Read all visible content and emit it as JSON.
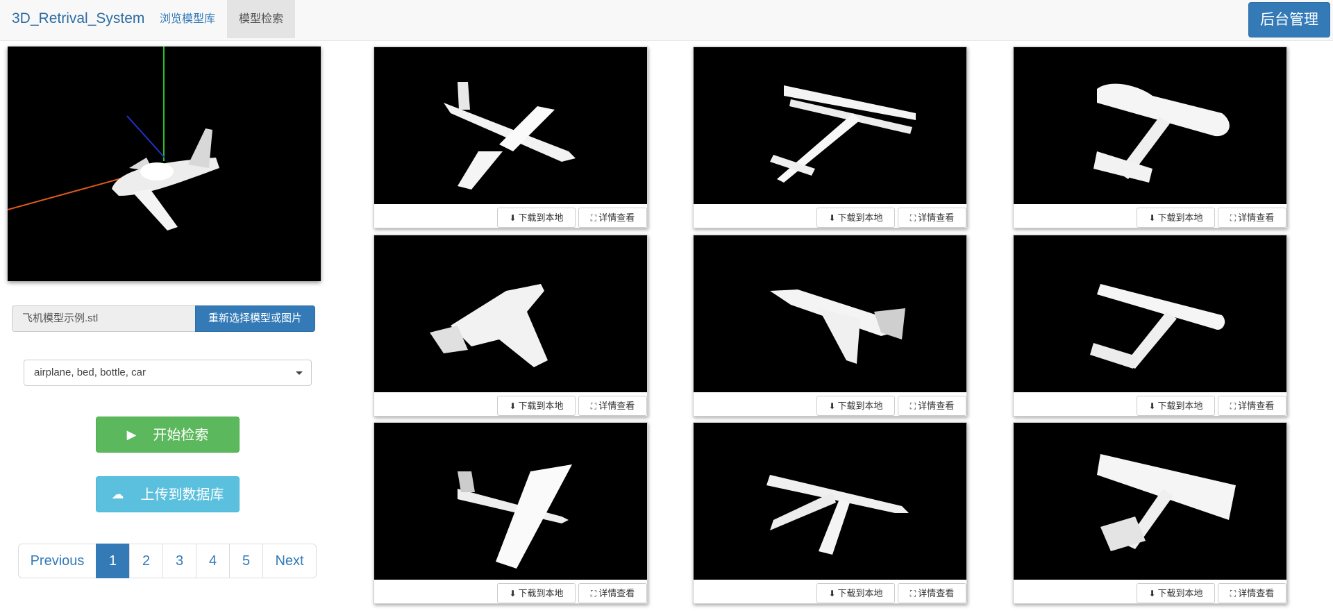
{
  "navbar": {
    "brand": "3D_Retrival_System",
    "links": [
      "浏览模型库",
      "模型检索"
    ],
    "admin_button": "后台管理"
  },
  "left_panel": {
    "file_input_value": "飞机模型示例.stl",
    "reselect_button": "重新选择模型或图片",
    "category_select": "airplane, bed, bottle, car",
    "start_button": "开始检索",
    "upload_button": "上传到数据库",
    "pagination": {
      "previous": "Previous",
      "pages": [
        "1",
        "2",
        "3",
        "4",
        "5"
      ],
      "active_page": "1",
      "next": "Next"
    }
  },
  "results": {
    "download_label": "下载到本地",
    "detail_label": "详情查看",
    "count": 9
  },
  "colors": {
    "primary": "#337ab7",
    "success": "#5cb85c",
    "info": "#5bc0de",
    "navbar_bg": "#f8f8f8"
  },
  "icons": [
    "play-icon",
    "cloud-upload-icon",
    "download-icon",
    "fullscreen-icon",
    "caret-down-icon"
  ]
}
